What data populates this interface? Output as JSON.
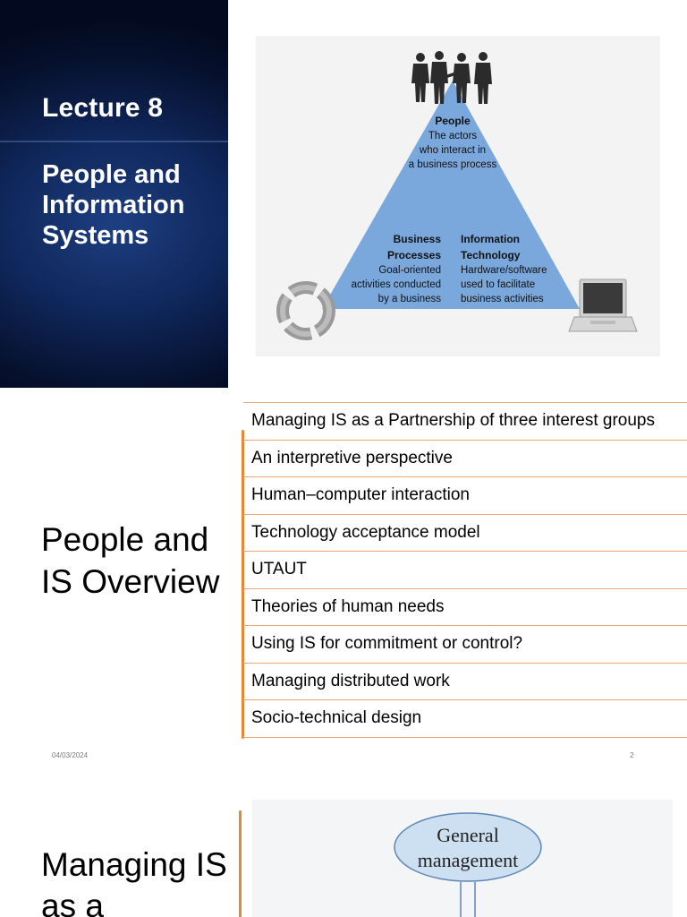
{
  "slide1": {
    "lecture": "Lecture 8",
    "subtitle": "People and Information Systems",
    "figure": {
      "people_title": "People",
      "people_desc": [
        "The actors",
        "who interact in",
        "a business process"
      ],
      "bp_title": [
        "Business",
        "Processes"
      ],
      "bp_desc": [
        "Goal-oriented",
        "activities conducted",
        "by a business"
      ],
      "it_title": [
        "Information",
        "Technology"
      ],
      "it_desc": [
        "Hardware/software",
        "used to facilitate",
        "business activities"
      ],
      "triangle_color": "#7aa7dc"
    }
  },
  "slide2": {
    "title": "People and IS Overview",
    "items": [
      "Managing IS as a Partnership of three interest groups",
      "An interpretive perspective",
      "Human–computer interaction",
      "Technology acceptance model",
      "UTAUT",
      "Theories of human needs",
      "Using IS for commitment or control?",
      "Managing distributed work",
      "Socio-technical design"
    ],
    "date": "04/03/2024",
    "page": "2",
    "accent_color": "#e88732"
  },
  "slide3": {
    "title": "Managing IS as a",
    "node_label": [
      "General",
      "management"
    ]
  }
}
